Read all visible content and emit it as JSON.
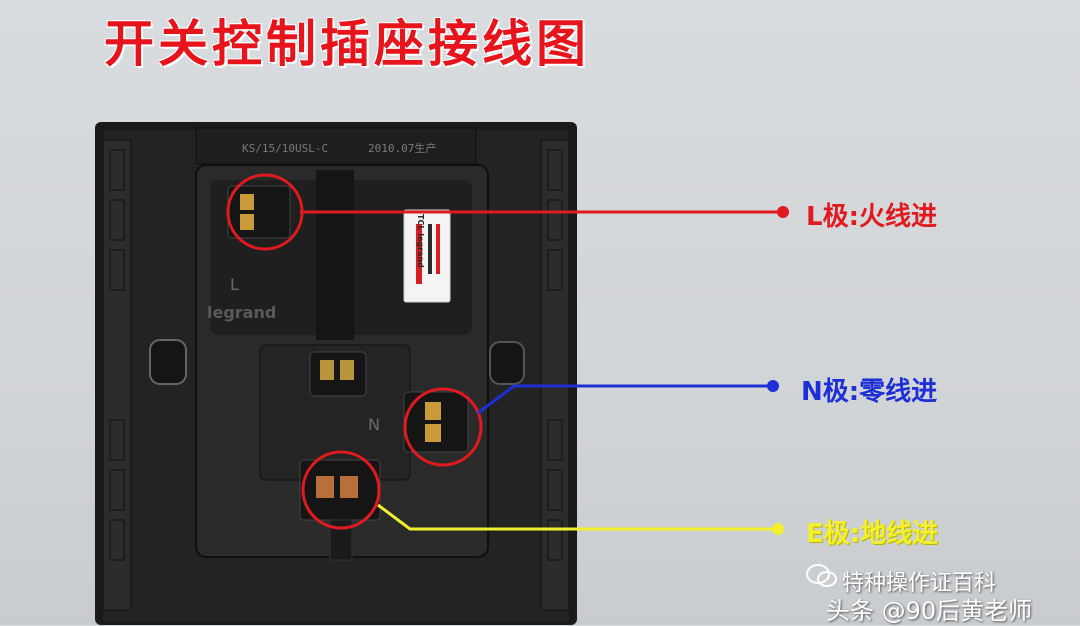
{
  "title": "开关控制插座接线图",
  "labels": {
    "l_pole": "L极:火线进",
    "n_pole": "N极:零线进",
    "e_pole": "E极:地线进"
  },
  "product_print": {
    "model": "KS/15/10USL-C",
    "date": "2010.07生产",
    "brand": "legrand",
    "terminal_l": "L",
    "terminal_n": "N",
    "sticker_brand": "TCL legrand"
  },
  "watermark": {
    "account": "特种操作证百科",
    "author": "头条 @90后黄老师"
  },
  "colors": {
    "title": "#e8141c",
    "live_wire": "#e11a1f",
    "neutral_wire": "#1e2fd6",
    "earth_wire": "#f2ef2e",
    "background": "#d6d9dc",
    "socket_body": "#1c1c1c"
  }
}
